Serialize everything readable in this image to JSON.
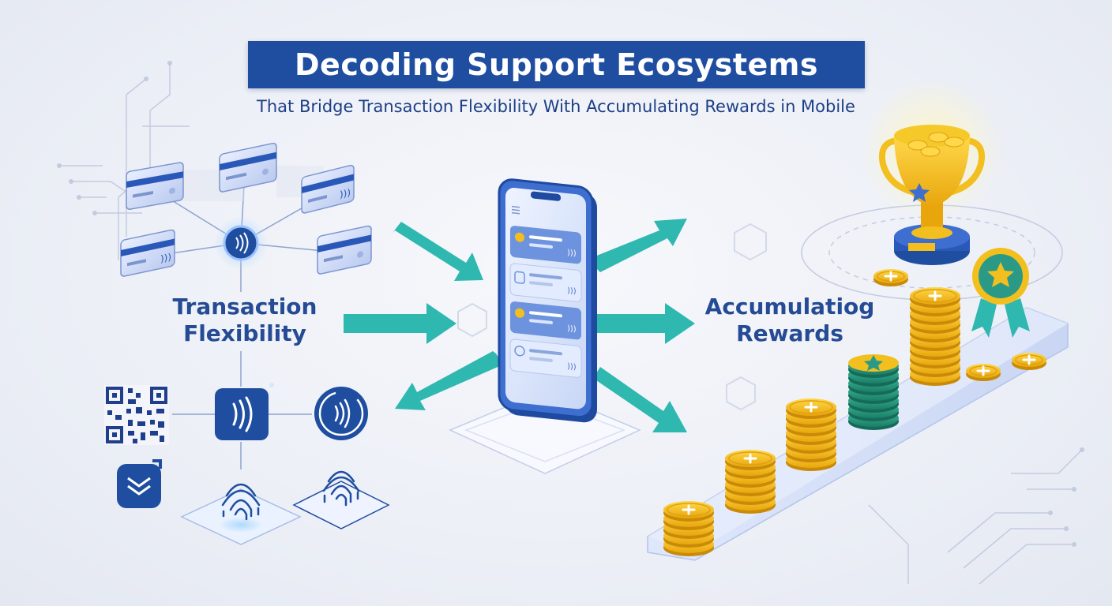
{
  "header": {
    "title": "Decoding Support Ecosystems",
    "subtitle": "That Bridge Transaction Flexibility With Accumulating Rewards in Mobile"
  },
  "left_cluster": {
    "label_line1": "Transaction",
    "label_line2": "Flexibility",
    "icons": [
      "credit-card-icon",
      "contactless-icon",
      "qr-code-icon",
      "wallet-app-icon",
      "fingerprint-icon"
    ]
  },
  "right_cluster": {
    "label_line1": "Accumulatiog",
    "label_line2": "Rewards",
    "icons": [
      "trophy-icon",
      "coin-stack-icon",
      "badge-ribbon-icon",
      "star-coin-icon"
    ]
  },
  "center": {
    "icons": [
      "smartphone-icon",
      "arrow-icon"
    ]
  },
  "colors": {
    "title_bg": "#1f4ea1",
    "label_text": "#254b95",
    "arrow": "#2fb8b0",
    "coin": "#f2bf1e",
    "accent_blue": "#2a58b8"
  }
}
